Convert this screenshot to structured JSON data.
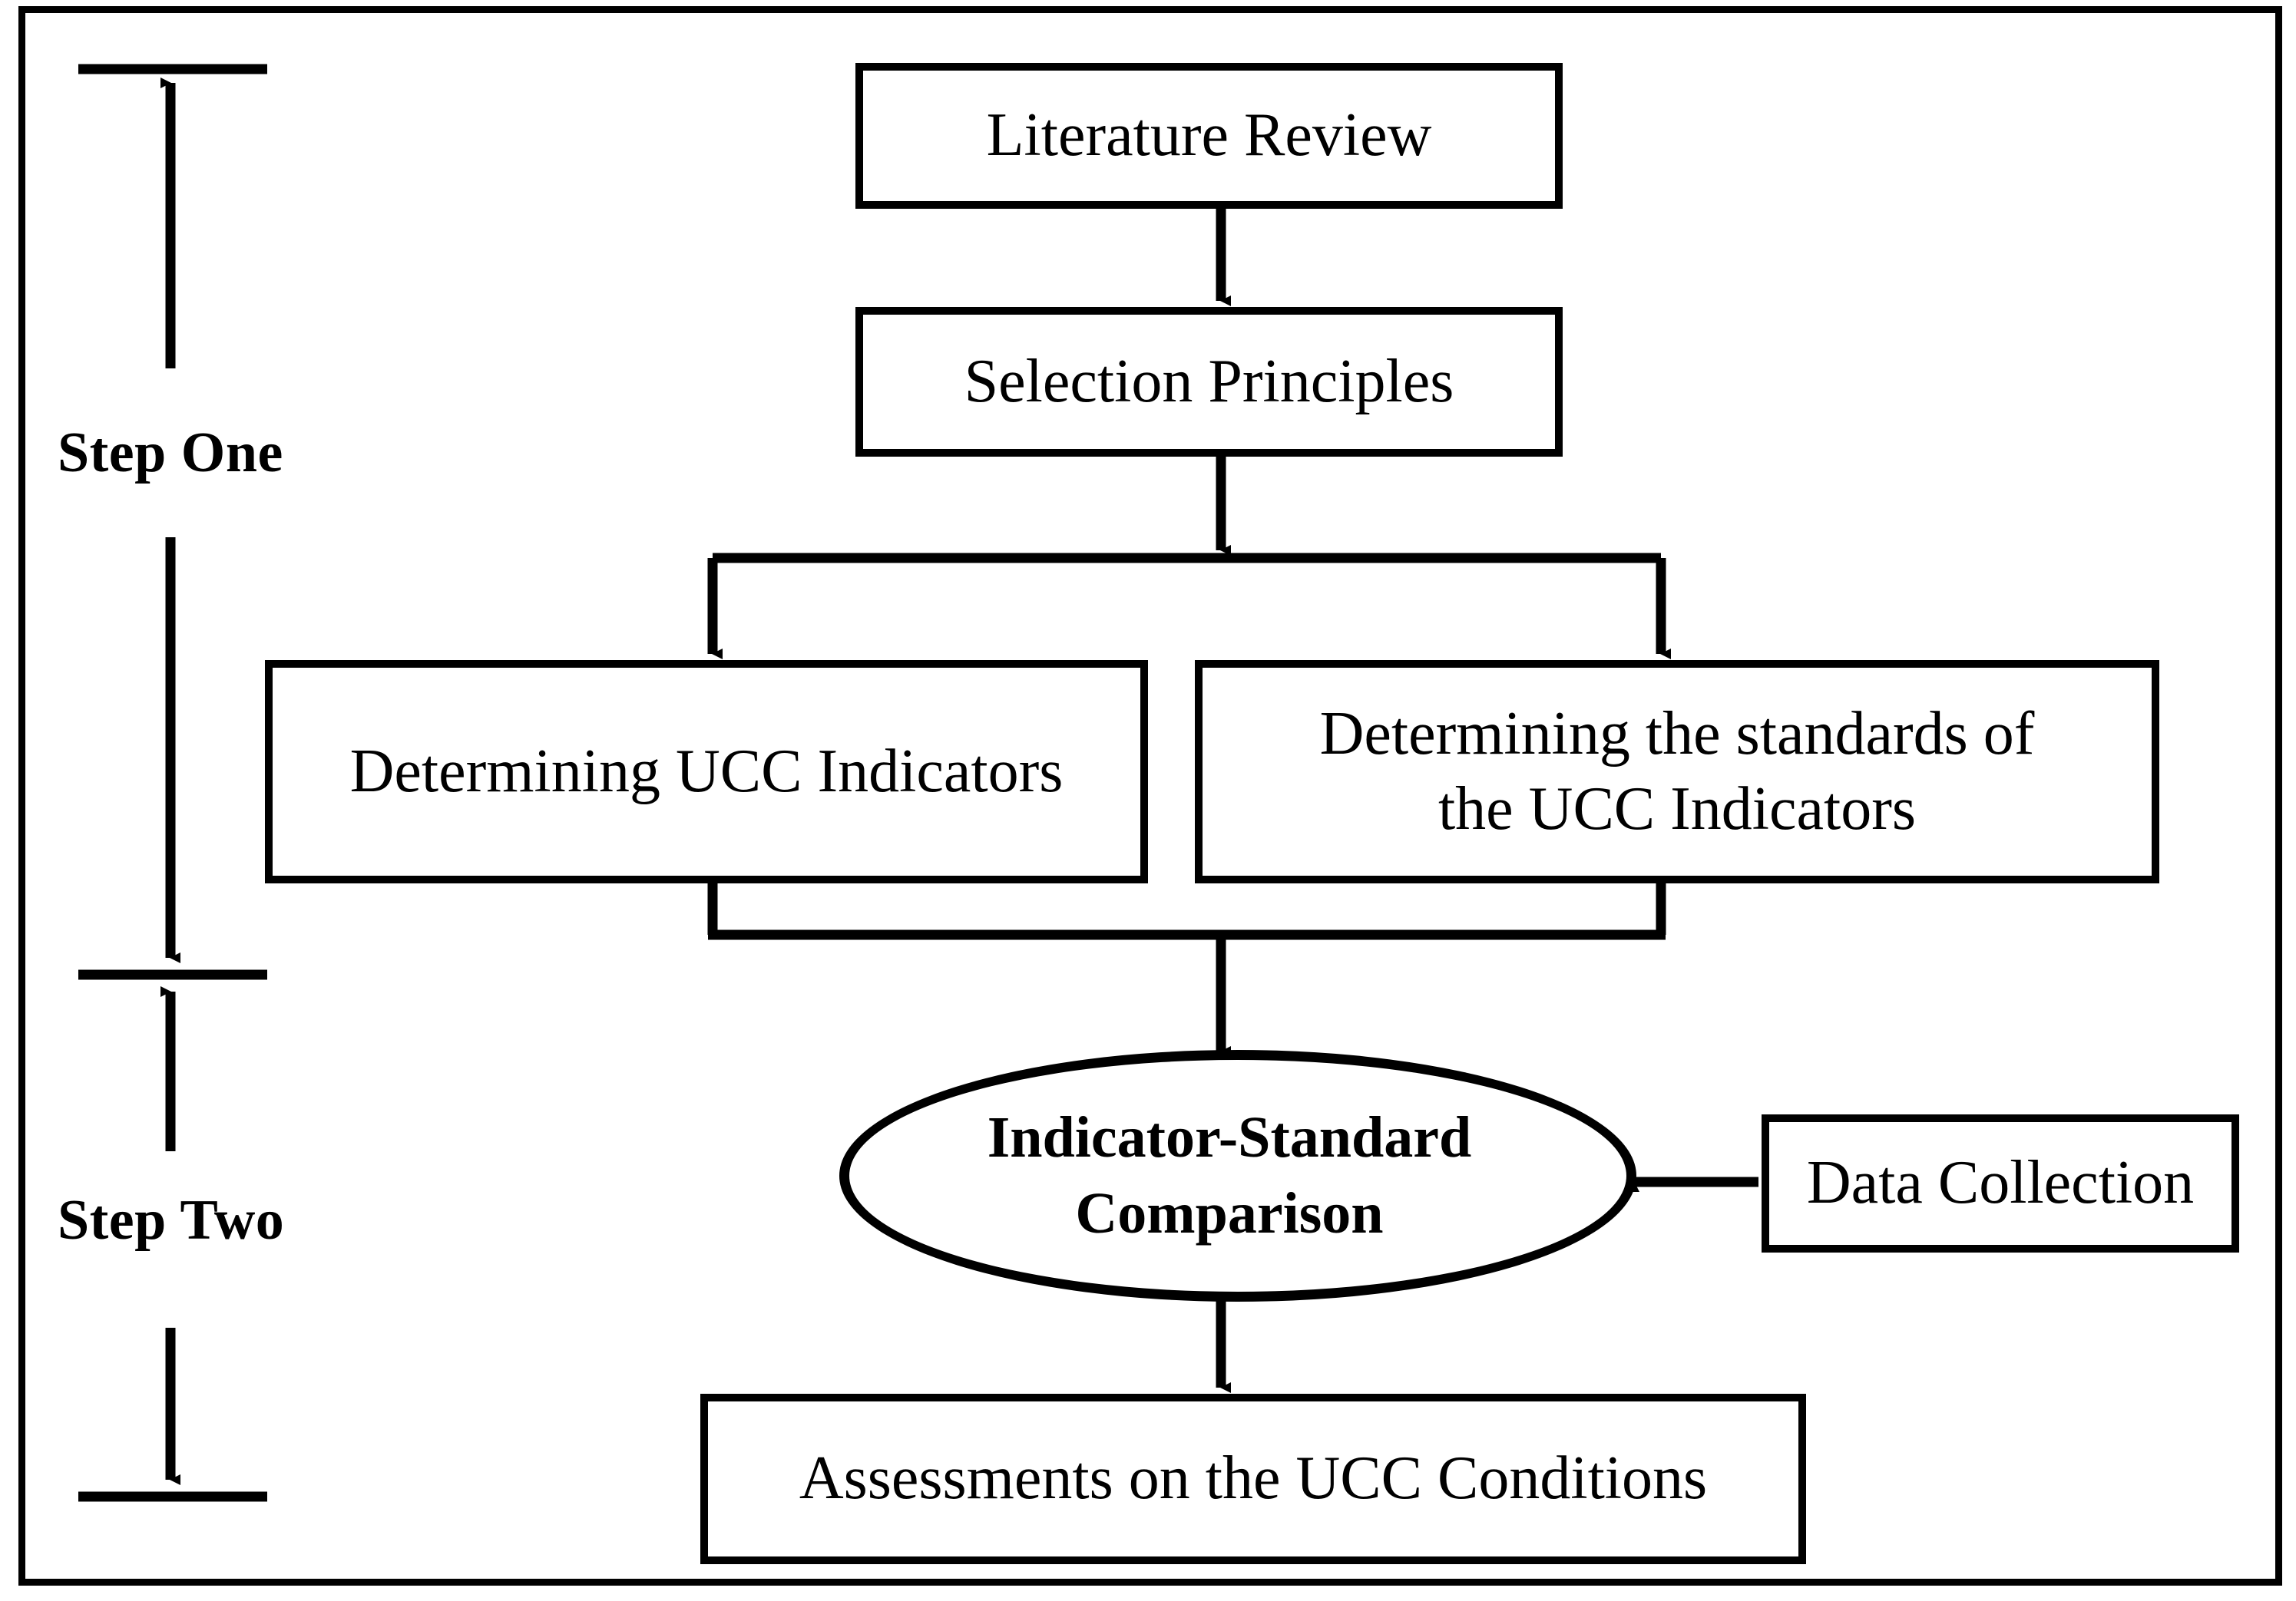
{
  "diagram": {
    "title": "UCC assessment two-step framework flowchart",
    "background_color": "#ffffff",
    "line_color": "#000000",
    "frame": {
      "border_color": "#000000"
    },
    "steps": [
      {
        "id": "step-one",
        "label": "Step One"
      },
      {
        "id": "step-two",
        "label": "Step Two"
      }
    ],
    "nodes": [
      {
        "id": "literature-review",
        "shape": "rectangle",
        "label": "Literature Review"
      },
      {
        "id": "selection-principles",
        "shape": "rectangle",
        "label": "Selection Principles"
      },
      {
        "id": "determining-ucc-indicators",
        "shape": "rectangle",
        "label": "Determining UCC Indicators"
      },
      {
        "id": "determining-standards",
        "shape": "rectangle",
        "label": "Determining the standards of\nthe UCC Indicators"
      },
      {
        "id": "indicator-standard-comparison",
        "shape": "ellipse",
        "label": "Indicator-Standard\nComparison"
      },
      {
        "id": "data-collection",
        "shape": "rectangle",
        "label": "Data Collection"
      },
      {
        "id": "assessments-ucc-conditions",
        "shape": "rectangle",
        "label": "Assessments on the UCC Conditions"
      }
    ],
    "edges": [
      {
        "from": "literature-review",
        "to": "selection-principles",
        "style": "arrow-down"
      },
      {
        "from": "selection-principles",
        "to": "determining-ucc-indicators",
        "style": "split-arrow-down"
      },
      {
        "from": "selection-principles",
        "to": "determining-standards",
        "style": "split-arrow-down"
      },
      {
        "from": "determining-ucc-indicators",
        "to": "indicator-standard-comparison",
        "style": "merge-arrow-down"
      },
      {
        "from": "determining-standards",
        "to": "indicator-standard-comparison",
        "style": "merge-arrow-down"
      },
      {
        "from": "data-collection",
        "to": "indicator-standard-comparison",
        "style": "arrow-left"
      },
      {
        "from": "indicator-standard-comparison",
        "to": "assessments-ucc-conditions",
        "style": "arrow-down"
      }
    ]
  }
}
